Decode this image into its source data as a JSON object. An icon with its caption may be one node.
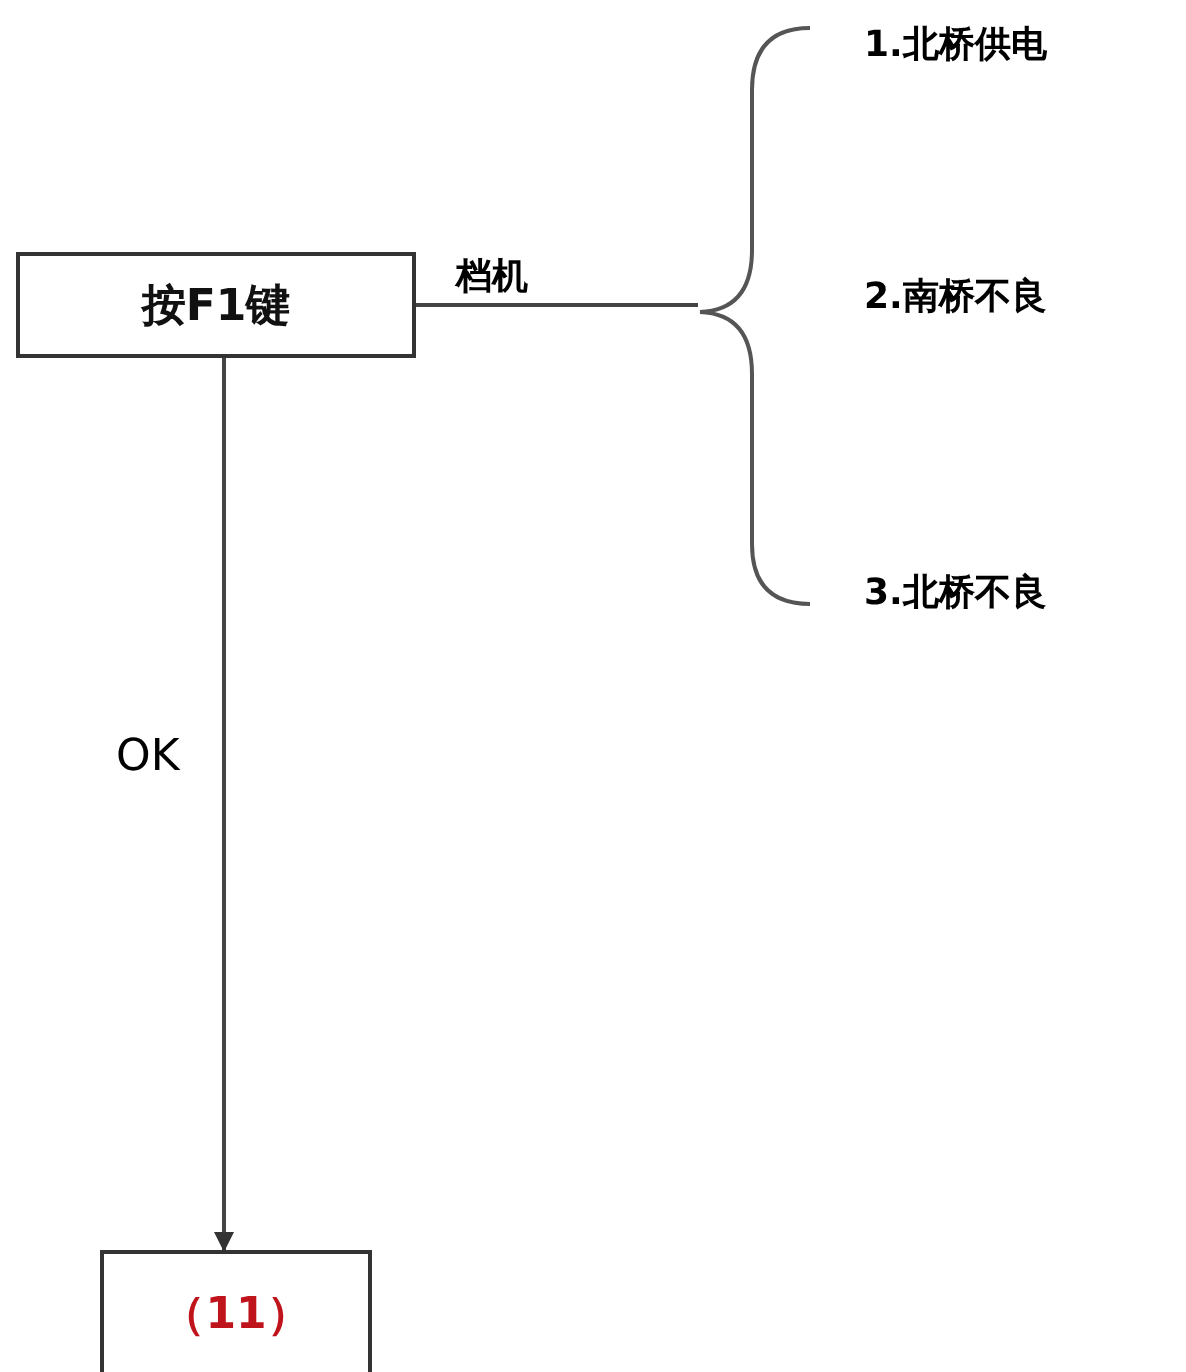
{
  "diagram": {
    "nodes": [
      {
        "text": [
          "按F1键"
        ]
      },
      {
        "text": [
          "（11）"
        ]
      },
      {
        "text": [],
        "shape": "brace"
      }
    ],
    "edges": [
      {
        "from": 0,
        "to": 2,
        "arrow": "none",
        "label": "档机"
      },
      {
        "from": 0,
        "to": 1,
        "arrow": "to",
        "label": "OK"
      }
    ],
    "labels": [
      "1.北桥供电",
      "2.南桥不良",
      "3.北桥不良"
    ]
  }
}
